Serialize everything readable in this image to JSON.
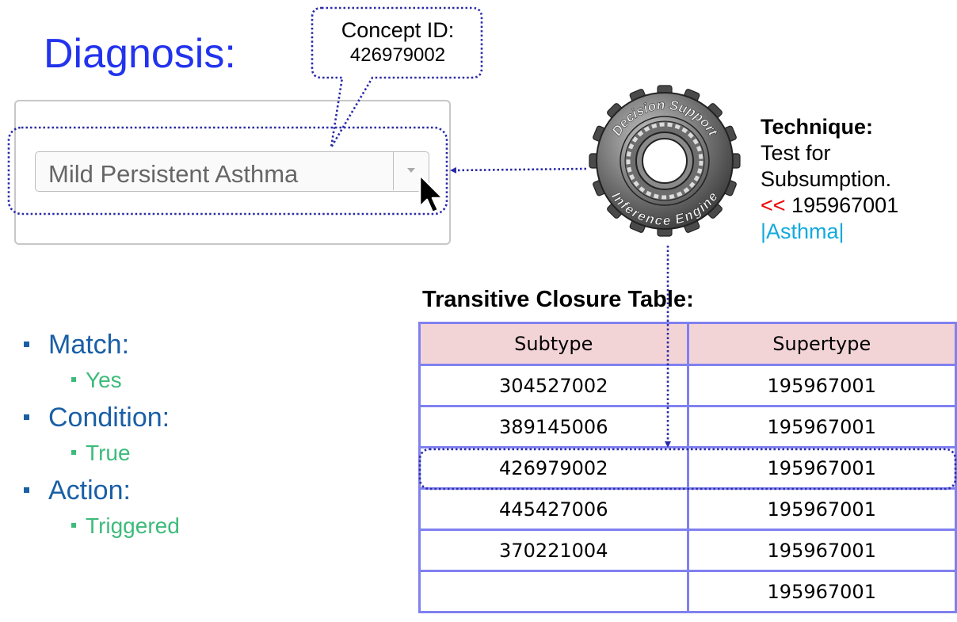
{
  "diagnosis": {
    "title": "Diagnosis:",
    "selected_value": "Mild Persistent Asthma"
  },
  "callout": {
    "line1": "Concept ID:",
    "line2": "426979002"
  },
  "engine": {
    "top_text": "Decision Support",
    "bottom_text": "Inference Engine",
    "icon": "gear-icon"
  },
  "technique": {
    "title": "Technique:",
    "line1": "Test for",
    "line2": "Subsumption.",
    "operator": "<<",
    "code": "195967001",
    "term": "|Asthma|",
    "colors": {
      "operator": "#ee0000",
      "term": "#11aadd"
    }
  },
  "table": {
    "title": "Transitive Closure Table:",
    "headers": [
      "Subtype",
      "Supertype"
    ],
    "rows": [
      [
        "304527002",
        "195967001"
      ],
      [
        "389145006",
        "195967001"
      ],
      [
        "426979002",
        "195967001"
      ],
      [
        "445427006",
        "195967001"
      ],
      [
        "370221004",
        "195967001"
      ],
      [
        "",
        "195967001"
      ]
    ],
    "highlighted_row": 2
  },
  "results": [
    {
      "label": "Match:",
      "value": "Yes"
    },
    {
      "label": "Condition:",
      "value": "True"
    },
    {
      "label": "Action:",
      "value": "Triggered"
    }
  ]
}
